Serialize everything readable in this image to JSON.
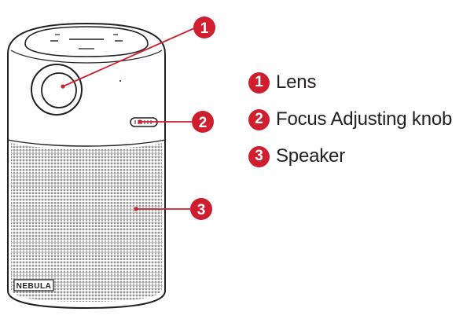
{
  "colors": {
    "accent": "#cf1f2e",
    "outline": "#231f20",
    "text": "#231f20",
    "background": "#ffffff"
  },
  "brand": {
    "logo_text": "NEBULA"
  },
  "callouts": [
    {
      "number": "1",
      "label": "Lens"
    },
    {
      "number": "2",
      "label": "Focus Adjusting knob"
    },
    {
      "number": "3",
      "label": "Speaker"
    }
  ]
}
